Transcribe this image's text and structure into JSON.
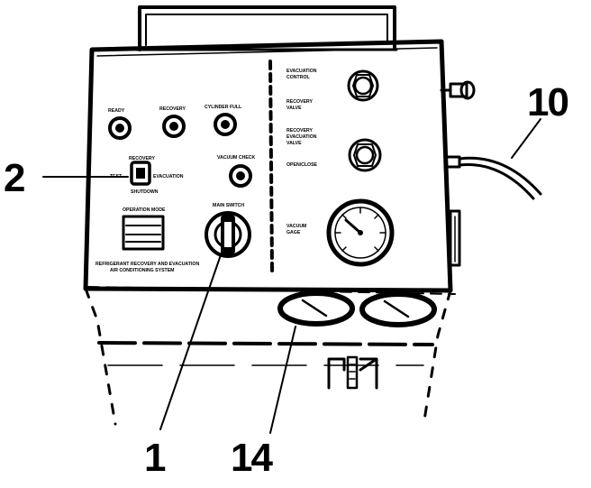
{
  "callouts": {
    "c1": "1",
    "c2": "2",
    "c10": "10",
    "c14": "14"
  },
  "panel_labels": {
    "ready": "READY",
    "recovery": "RECOVERY",
    "cylinder_full": "CYLINDER FULL",
    "recovery_test_evacuation": [
      "RECOVERY",
      "TEST",
      "EVACUATION",
      "SHUTDOWN"
    ],
    "vacuum_check": "VACUUM CHECK",
    "main_switch": "MAIN SWITCH",
    "operation_mode": "OPERATION MODE",
    "bottom_caption_1": "REFRIGERANT RECOVERY AND EVACUATION",
    "bottom_caption_2": "AIR CONDITIONING SYSTEM",
    "right_1": [
      "EVACUATION",
      "CONTROL"
    ],
    "right_2": [
      "RECOVERY",
      "VALVE"
    ],
    "right_3": [
      "RECOVERY",
      "EVACUATION",
      "VALVE"
    ],
    "right_4": "OPEN/CLOSE",
    "right_5": [
      "VACUUM",
      "GAGE"
    ]
  },
  "colors": {
    "line": "#000000",
    "background": "#ffffff"
  }
}
